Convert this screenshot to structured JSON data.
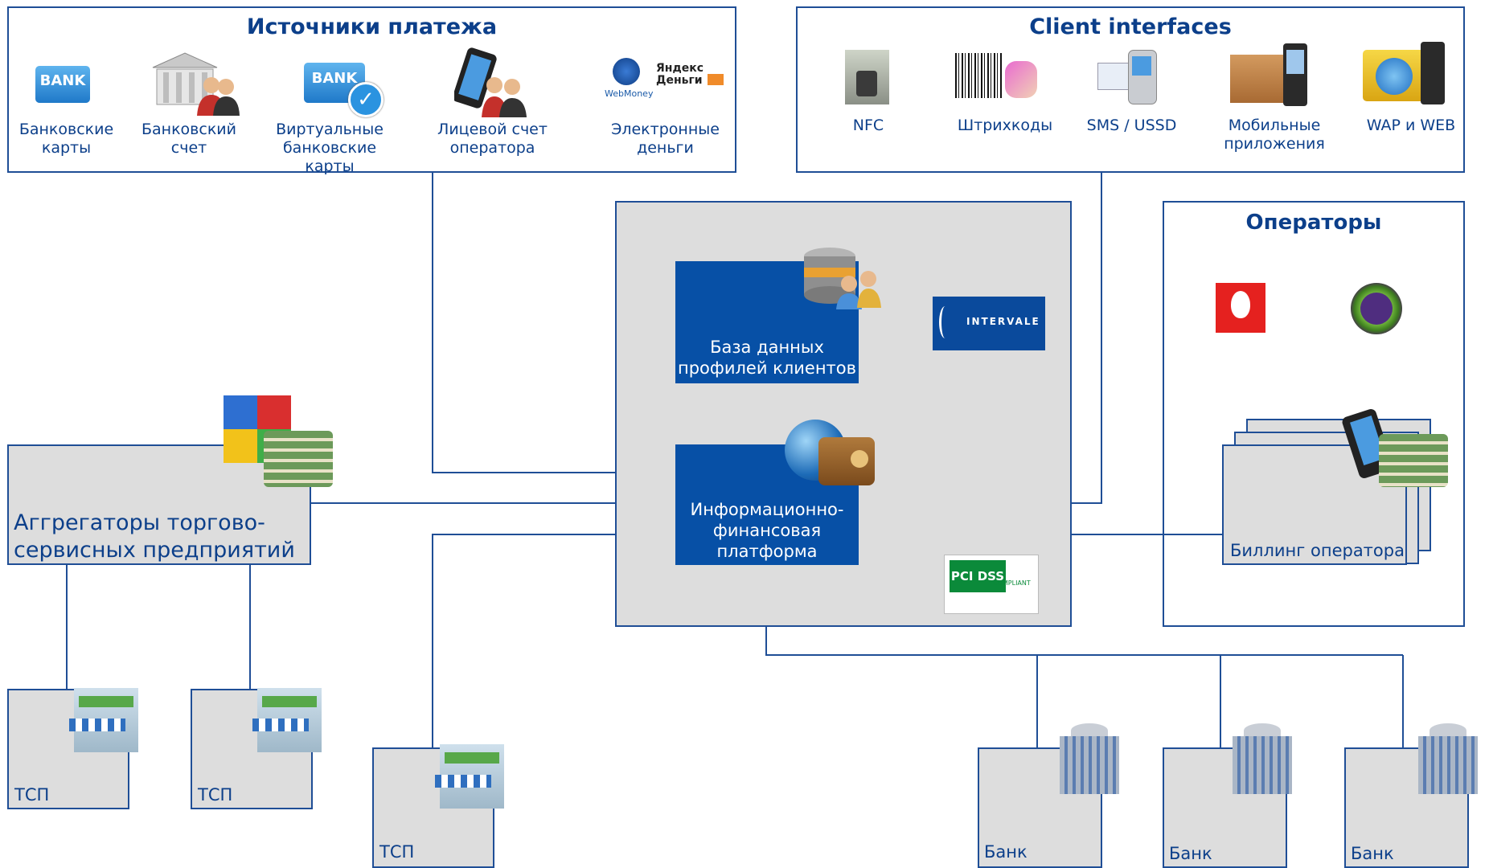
{
  "payment_sources": {
    "title": "Источники платежа",
    "items": [
      {
        "label": "Банковские\nкарты",
        "icon": "bank-card-icon"
      },
      {
        "label": "Банковский счет",
        "icon": "bank-account-icon"
      },
      {
        "label": "Виртуальные\nбанковские карты",
        "icon": "virtual-card-icon"
      },
      {
        "label": "Лицевой счет\nоператора",
        "icon": "phone-user-icon"
      },
      {
        "label": "Электронные\nденьги",
        "icon": "e-money-icon"
      }
    ],
    "badge_texts": {
      "bank": "BANK",
      "webmoney": "WebMoney",
      "yandex": "Яндекс\nДеньги"
    }
  },
  "client_interfaces": {
    "title": "Client interfaces",
    "items": [
      {
        "label": "NFC",
        "icon": "nfc-icon"
      },
      {
        "label": "Штрихкоды",
        "icon": "barcode-icon"
      },
      {
        "label": "SMS / USSD",
        "icon": "sms-icon"
      },
      {
        "label": "Мобильные\nприложения",
        "icon": "mobile-app-icon"
      },
      {
        "label": "WAP и WEB",
        "icon": "web-icon"
      }
    ]
  },
  "platform": {
    "database_label": "База данных\nпрофилей клиентов",
    "platform_label": "Информационно-\nфинансовая\nплатформа",
    "intervale_logo": "INTERVALE",
    "pci_logo": "PCI DSS",
    "pci_compliant": "COMPLIANT"
  },
  "operators": {
    "title": "Операторы",
    "billing_label": "Биллинг оператора"
  },
  "aggregator": {
    "label": "Аггрегаторы торгово-\nсервисных предприятий"
  },
  "merchants": [
    "ТСП",
    "ТСП",
    "ТСП"
  ],
  "banks": [
    "Банк",
    "Банк",
    "Банк"
  ],
  "colors": {
    "border": "#1f4e96",
    "accent": "#0750a6",
    "text": "#0c3f8a",
    "panel": "#dddddd"
  }
}
